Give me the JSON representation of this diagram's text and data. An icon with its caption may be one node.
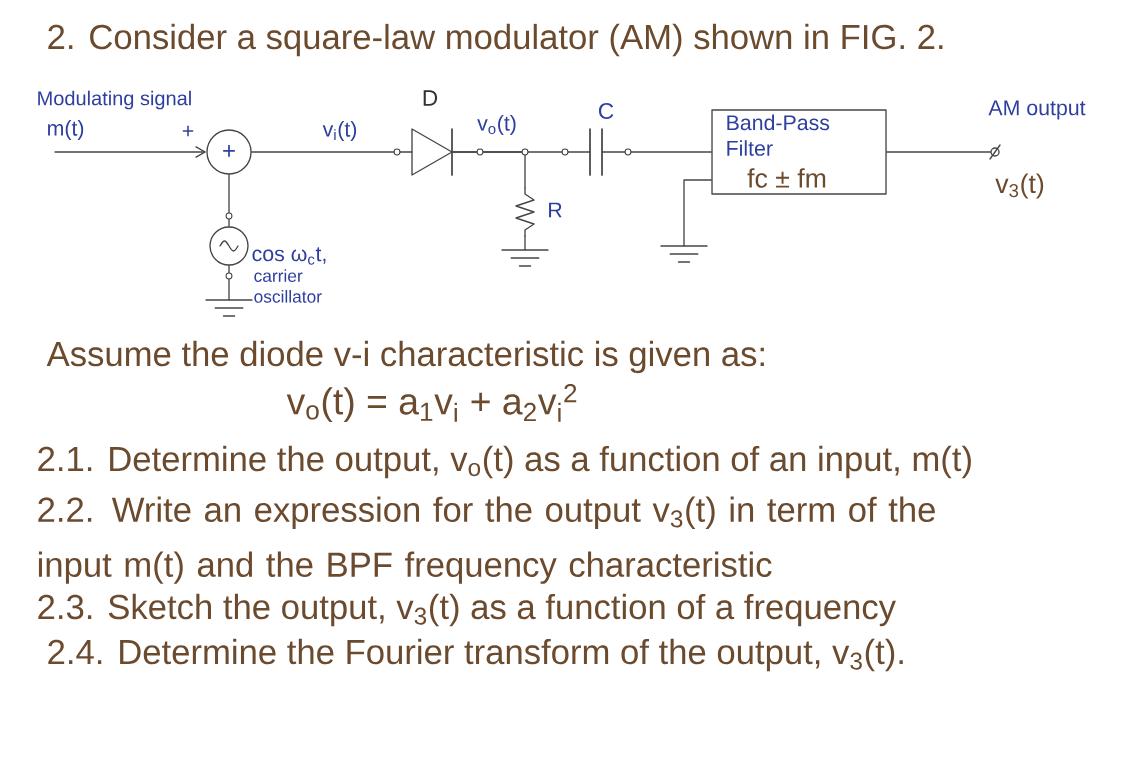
{
  "diagram": {
    "nodes": [
      {
        "text": [
          "+"
        ]
      },
      {
        "text": [],
        "shape": "circle",
        "beside": [
          "cos ω$_{c}$t,",
          "carrier oscillator"
        ]
      },
      {
        "text": [],
        "shape": "ground"
      },
      {
        "text": [
          "D"
        ]
      },
      {
        "text": [
          "R"
        ]
      },
      {
        "text": [],
        "shape": "ground"
      },
      {
        "text": [
          "C"
        ]
      },
      {
        "text": [
          "Band-Pass Filter",
          "fc ± fm"
        ]
      },
      {
        "text": [],
        "shape": "ground"
      },
      {
        "text": [],
        "shape": "circle",
        "beside": [
          "AM output",
          "v$_{3}$(t)"
        ]
      }
    ],
    "edges": [
      {
        "from": null,
        "to": 0,
        "arrow": "to"
      },
      {
        "from": 1,
        "to": 0,
        "arrow": "none"
      },
      {
        "from": 1,
        "to": 2,
        "arrow": "none"
      },
      {
        "from": 0,
        "to": 3,
        "arrow": "none",
        "label": "v$_{i}$(t)"
      },
      {
        "from": 3,
        "to": 6,
        "arrow": "none",
        "label": "v$_{o}$(t)"
      },
      {
        "from": 3,
        "to": 4,
        "arrow": "none"
      },
      {
        "from": 4,
        "to": 5,
        "arrow": "none"
      },
      {
        "from": 6,
        "to": 7,
        "arrow": "none"
      },
      {
        "from": 7,
        "to": 8,
        "arrow": "none"
      },
      {
        "from": 7,
        "to": 9,
        "arrow": "none"
      }
    ],
    "labels": [
      "2. Consider a square-law modulator (AM) shown in FIG. 2.",
      "Modulating signal",
      "m(t)",
      "+",
      "Assume the diode v-i characteristic is given as:",
      "v$_{o}$(t) = a$_{1}$v$_{i}$ + a$_{2}$v$_{i}$$^{2}$",
      "2.1. Determine the output, v$_{o}$(t) as a function of an input, m(t)",
      "2.2. Write an expression for the output v$_{3}$(t) in term of the input m(t) and the BPF frequency characteristic",
      "2.3. Sketch the output, v$_{3}$(t) as a function of a frequency",
      "2.4. Determine the Fourier transform of the output, v$_{3}$(t)."
    ]
  }
}
